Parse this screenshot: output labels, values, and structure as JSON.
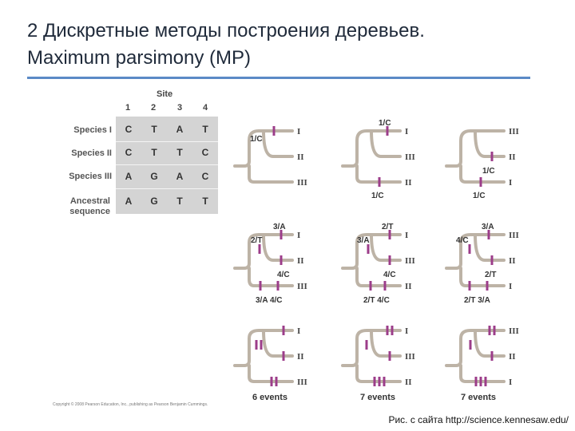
{
  "slide": {
    "title_line1": "2 Дискретные методы построения деревьев.",
    "title_line2": "Maximum parsimony (MP)",
    "caption": "Рис. с сайта http://science.kennesaw.edu/",
    "copyright": "Copyright © 2008 Pearson Education, Inc., publishing as Pearson Benjamin Cummings."
  },
  "table": {
    "site_header": "Site",
    "columns": [
      "1",
      "2",
      "3",
      "4"
    ],
    "rows": [
      {
        "label": "Species I",
        "values": [
          "C",
          "T",
          "A",
          "T"
        ]
      },
      {
        "label": "Species II",
        "values": [
          "C",
          "T",
          "T",
          "C"
        ]
      },
      {
        "label": "Species III",
        "values": [
          "A",
          "G",
          "A",
          "C"
        ]
      },
      {
        "label": "Ancestral sequence",
        "values": [
          "A",
          "G",
          "T",
          "T"
        ]
      }
    ]
  },
  "colors": {
    "branch": "#bdb3a6",
    "mutation": "#9c3d8a",
    "table_bg": "#d4d4d4",
    "title_rule": "#5b8ac6"
  },
  "trees": [
    {
      "tips": [
        "I",
        "II",
        "III"
      ],
      "labels": [
        "1/C"
      ]
    },
    {
      "tips": [
        "I",
        "III",
        "II"
      ],
      "labels": [
        "1/C",
        "1/C"
      ]
    },
    {
      "tips": [
        "III",
        "II",
        "I"
      ],
      "labels": [
        "1/C",
        "1/C"
      ]
    },
    {
      "tips": [
        "I",
        "II",
        "III"
      ],
      "labels": [
        "3/A",
        "2/T",
        "4/C",
        "3/A 4/C"
      ]
    },
    {
      "tips": [
        "I",
        "III",
        "II"
      ],
      "labels": [
        "2/T",
        "3/A",
        "4/C",
        "2/T 4/C"
      ]
    },
    {
      "tips": [
        "III",
        "II",
        "I"
      ],
      "labels": [
        "3/A",
        "4/C",
        "2/T",
        "2/T 3/A"
      ]
    },
    {
      "tips": [
        "I",
        "II",
        "III"
      ],
      "events": "6 events"
    },
    {
      "tips": [
        "I",
        "III",
        "II"
      ],
      "events": "7 events"
    },
    {
      "tips": [
        "III",
        "II",
        "I"
      ],
      "events": "7 events"
    }
  ]
}
